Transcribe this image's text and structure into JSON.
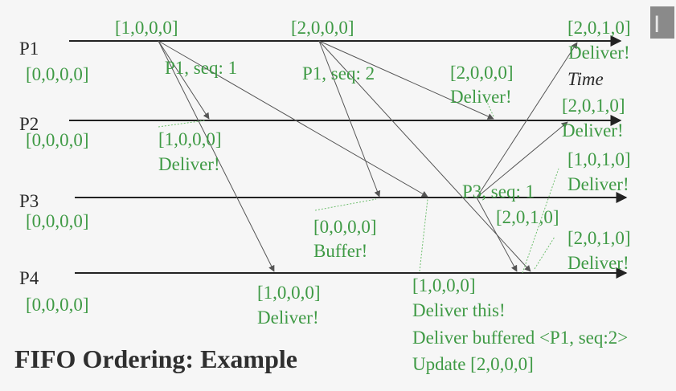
{
  "title": "FIFO Ordering: Example",
  "time_label": "Time",
  "colors": {
    "label_green": "#3f9a45",
    "timeline": "#222222",
    "message": "#555555",
    "title": "#2f2f2f"
  },
  "processes": [
    {
      "name": "P1",
      "initial": "[0,0,0,0]"
    },
    {
      "name": "P2",
      "initial": "[0,0,0,0]"
    },
    {
      "name": "P3",
      "initial": "[0,0,0,0]"
    },
    {
      "name": "P4",
      "initial": "[0,0,0,0]"
    }
  ],
  "labels": {
    "p1_send1": "[1,0,0,0]",
    "p1_send2": "[2,0,0,0]",
    "p1_final": "[2,0,1,0]",
    "p1_final_deliver": "Deliver!",
    "msg1": "P1, seq: 1",
    "msg2": "P1, seq: 2",
    "p2_mid": "[2,0,0,0]",
    "p2_mid_deliver": "Deliver!",
    "p2_final": "[2,0,1,0]",
    "p2_final_deliver": "Deliver!",
    "p2_recv1": "[1,0,0,0]",
    "p2_recv1_deliver": "Deliver!",
    "p3_right": "[1,0,1,0]",
    "p3_right_deliver": "Deliver!",
    "msg3": "P3, seq: 1",
    "p3_send": "[2,0,1,0]",
    "p3_buffer_vec": "[0,0,0,0]",
    "p3_buffer": "Buffer!",
    "p4_right": "[2,0,1,0]",
    "p4_right_deliver": "Deliver!",
    "p4_recv1": "[1,0,0,0]",
    "p4_recv1_deliver": "Deliver!",
    "p3_recv1": "[1,0,0,0]",
    "p3_deliver_this": "Deliver this!",
    "p3_deliver_buffered": "Deliver buffered <P1, seq:2>",
    "p3_update": "Update [2,0,0,0]"
  }
}
